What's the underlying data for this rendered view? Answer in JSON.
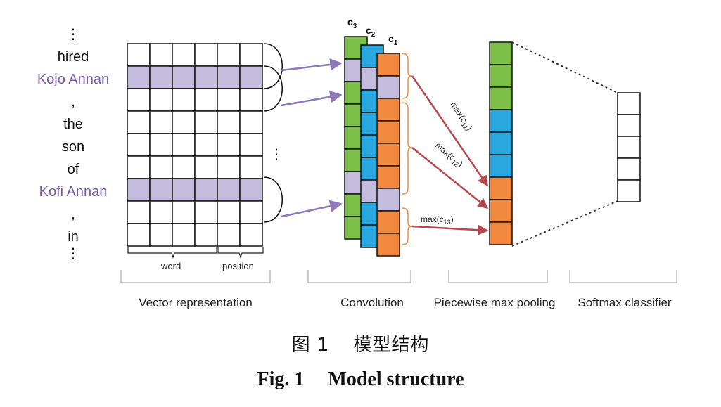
{
  "tokens": [
    "⋮",
    "hired",
    "Kojo Annan",
    ",",
    "the",
    "son",
    "of",
    "Kofi Annan",
    ",",
    "in",
    "⋮"
  ],
  "highlight_tokens": [
    2,
    7
  ],
  "colors": {
    "entity_text": "#7b5aa6",
    "entity_fill": "#c4bcdc",
    "arrow_purple": "#8e79bb",
    "green": "#7cc04a",
    "blue": "#29a8df",
    "orange": "#f2893f",
    "arrow_red": "#b8464e",
    "bracket": "#b0b0b0"
  },
  "vector": {
    "word_label": "word",
    "position_label": "position",
    "ellipsis": "⋮"
  },
  "conv": {
    "labels": {
      "c3": "c",
      "c3_sub": "3",
      "c2": "c",
      "c2_sub": "2",
      "c1": "c",
      "c1_sub": "1"
    },
    "green_purple_rows": [
      1,
      6
    ],
    "blue_purple_rows": [
      1,
      6
    ],
    "orange_purple_rows": [
      1,
      6
    ]
  },
  "max_labels": [
    {
      "prefix": "max(c",
      "sub": "11",
      "suffix": ")"
    },
    {
      "prefix": "max(c",
      "sub": "12",
      "suffix": ")"
    },
    {
      "prefix": "max(c",
      "sub": "13",
      "suffix": ")"
    }
  ],
  "pooled_colors": [
    "green",
    "green",
    "green",
    "blue",
    "blue",
    "blue",
    "orange",
    "orange",
    "orange"
  ],
  "sections": [
    "Vector representation",
    "Convolution",
    "Piecewise max pooling",
    "Softmax classifier"
  ],
  "caption_cn": {
    "label": "图 1",
    "title": "模型结构"
  },
  "caption_en": {
    "label": "Fig. 1",
    "title": "Model structure"
  }
}
